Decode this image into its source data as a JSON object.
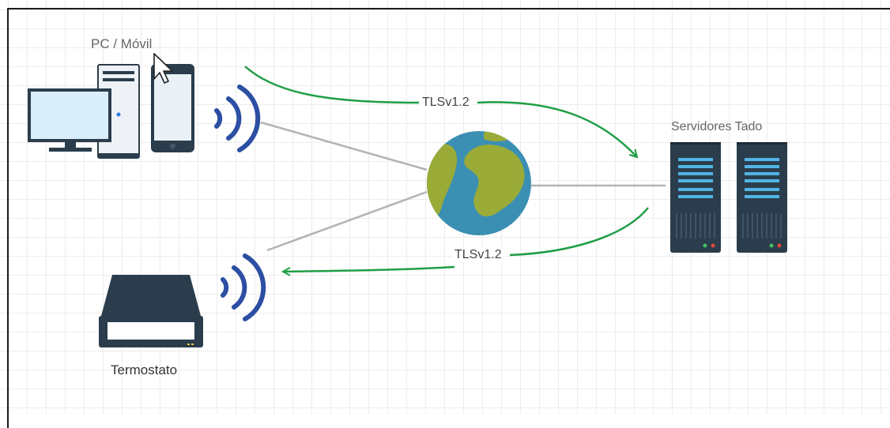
{
  "labels": {
    "pc_mobile": "PC / Móvil",
    "servers": "Servidores Tado",
    "thermostat": "Termostato"
  },
  "connections": {
    "outgoing_protocol": "TLSv1.2",
    "incoming_protocol": "TLSv1.2"
  },
  "icons": [
    "desktop-computer-icon",
    "smartphone-icon",
    "mouse-cursor-icon",
    "wifi-signal-icon",
    "globe-icon",
    "server-icon",
    "thermostat-icon"
  ],
  "colors": {
    "secure_link": "#1f9e45",
    "network_link": "#b3b3b3",
    "wifi": "#2c4fa3",
    "ocean": "#3b8fb3",
    "land": "#9aab38",
    "server_body": "#2b3d4c",
    "server_led": "#52b4e6"
  }
}
